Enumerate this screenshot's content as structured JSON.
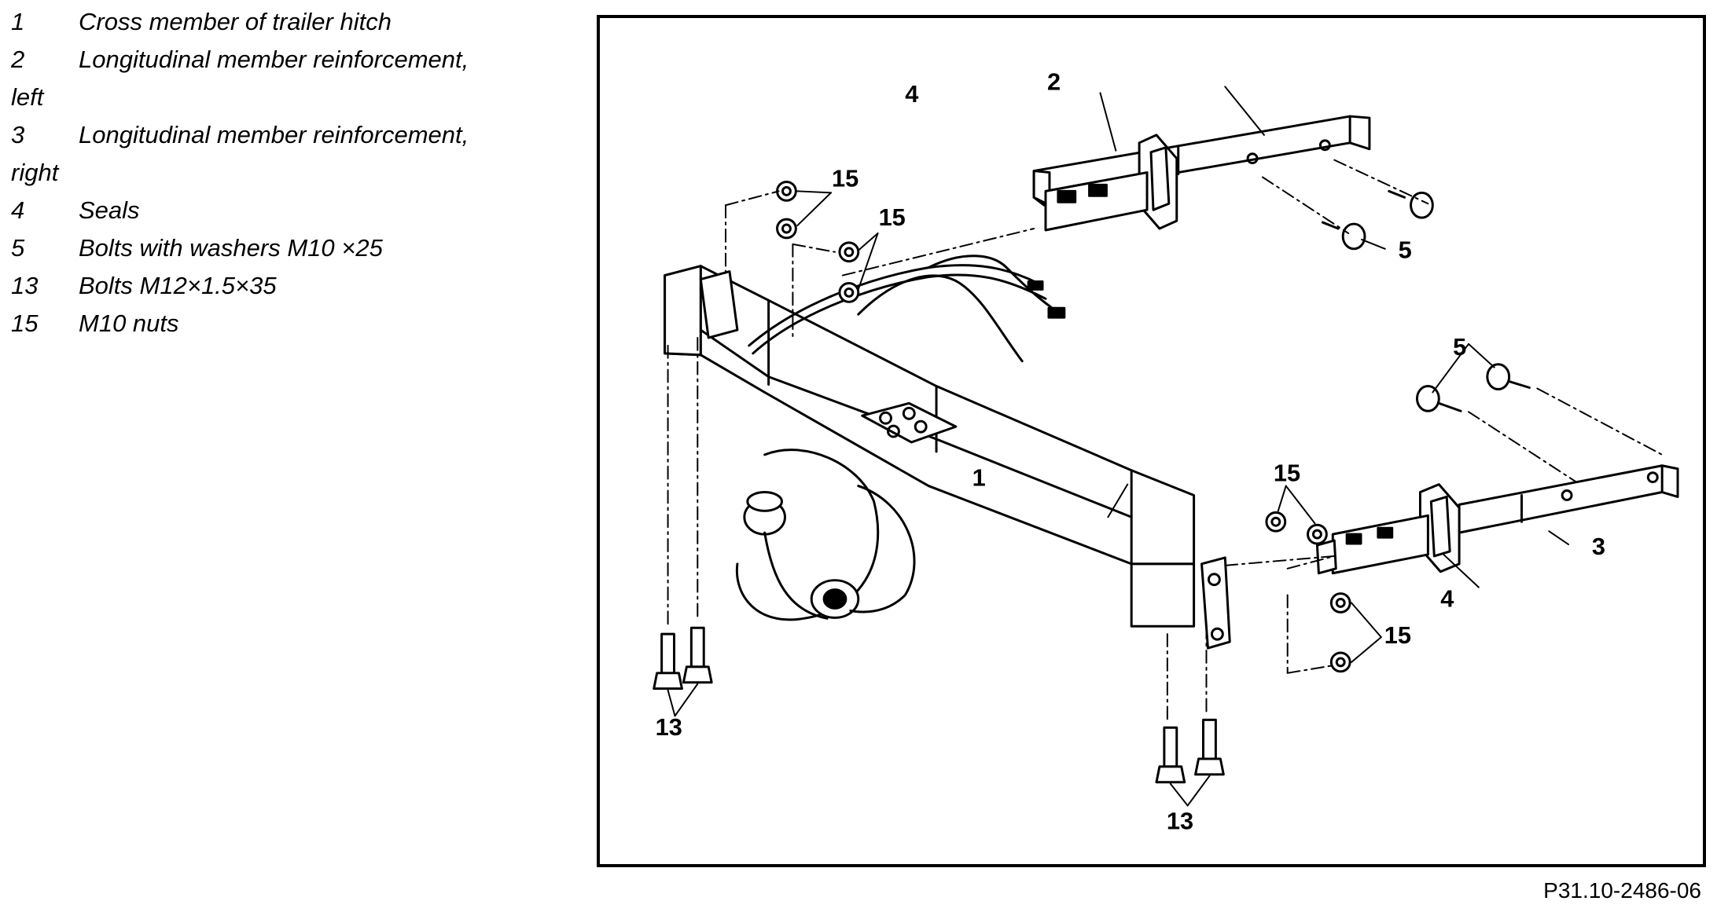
{
  "legend": [
    {
      "num": "1",
      "text": "Cross member of trailer hitch",
      "cont": ""
    },
    {
      "num": "2",
      "text": "Longitudinal member reinforcement,",
      "cont": "left"
    },
    {
      "num": "3",
      "text": "Longitudinal member reinforcement,",
      "cont": "right"
    },
    {
      "num": "4",
      "text": "Seals",
      "cont": ""
    },
    {
      "num": "5",
      "text": "Bolts with washers M10 ×25",
      "cont": ""
    },
    {
      "num": "13",
      "text": "Bolts M12×1.5×35",
      "cont": ""
    },
    {
      "num": "15",
      "text": "M10 nuts",
      "cont": ""
    }
  ],
  "callouts": {
    "c1": "1",
    "c2": "2",
    "c3": "3",
    "c4a": "4",
    "c4b": "4",
    "c5a": "5",
    "c5b": "5",
    "c13a": "13",
    "c13b": "13",
    "c15a": "15",
    "c15b": "15",
    "c15c": "15",
    "c15d": "15"
  },
  "figure_ref": "P31.10-2486-06"
}
